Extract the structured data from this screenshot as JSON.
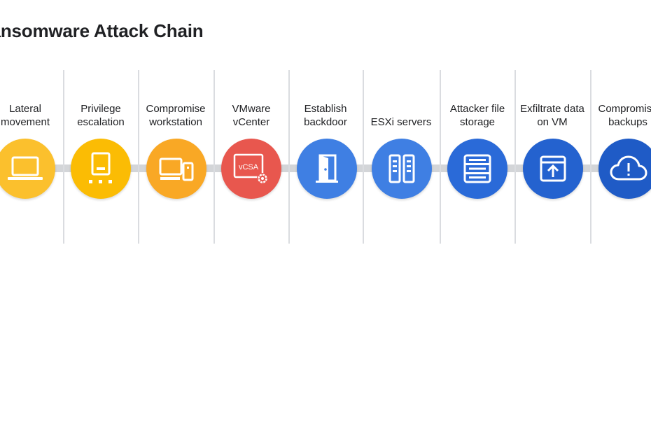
{
  "title": "Ransomware Attack Chain",
  "colors": {
    "yellow": "#fbc02d",
    "orange": "#f9a825",
    "red": "#e8574e",
    "blue": "#3d7ae0",
    "blue_dark": "#2462cf",
    "connector": "#d3d5d8"
  },
  "steps": [
    {
      "line1": "Lateral",
      "line2": "movement",
      "icon": "laptop-icon",
      "color": "#fbc02d"
    },
    {
      "line1": "Privilege",
      "line2": "escalation",
      "icon": "id-badge-icon",
      "color": "#fbbc04"
    },
    {
      "line1": "Compromise",
      "line2": "workstation",
      "icon": "devices-icon",
      "color": "#f9a825"
    },
    {
      "line1": "VMware",
      "line2": "vCenter",
      "icon": "vcsa-icon",
      "icon_text": "vCSA",
      "color": "#e8574e"
    },
    {
      "line1": "Establish",
      "line2": "backdoor",
      "icon": "door-icon",
      "color": "#3f7fe3"
    },
    {
      "line1": "",
      "line2": "ESXi servers",
      "icon": "server-rack-icon",
      "color": "#3f7fe3"
    },
    {
      "line1": "Attacker file",
      "line2": "storage",
      "icon": "storage-icon",
      "color": "#2a6ad8"
    },
    {
      "line1": "Exfiltrate data",
      "line2": "on VM",
      "icon": "upload-window-icon",
      "color": "#2462cf"
    },
    {
      "line1": "Compromise",
      "line2": "backups",
      "icon": "cloud-alert-icon",
      "color": "#1f5bc6"
    }
  ]
}
